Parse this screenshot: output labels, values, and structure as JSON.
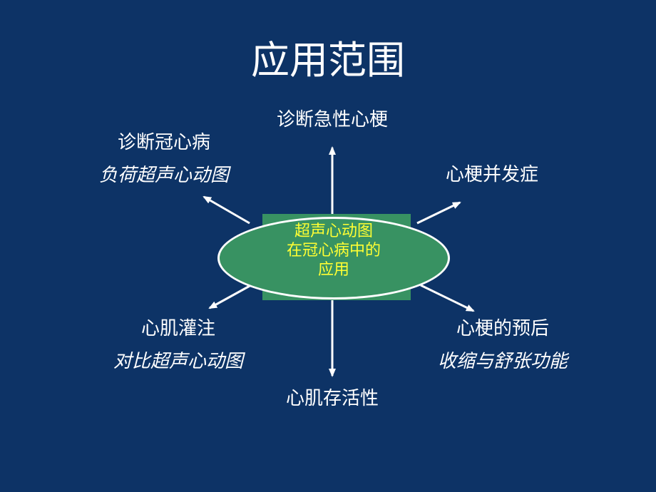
{
  "title": "应用范围",
  "center": {
    "lines": [
      "超声心动图",
      "在冠心病中的",
      "应用"
    ],
    "fill_color": "#389262",
    "text_color": "#ffff33"
  },
  "nodes": {
    "top": {
      "label": "诊断急性心梗"
    },
    "upper_left": {
      "label": "诊断冠心病",
      "sub": "负荷超声心动图"
    },
    "upper_right": {
      "label": "心梗并发症"
    },
    "lower_left": {
      "label": "心肌灌注",
      "sub": "对比超声心动图"
    },
    "lower_right": {
      "label": "心梗的预后",
      "sub": "收缩与舒张功能"
    },
    "bottom": {
      "label": "心肌存活性"
    }
  },
  "colors": {
    "background": "#0d3366",
    "text": "#ffffff",
    "arrow": "#ffffff"
  }
}
